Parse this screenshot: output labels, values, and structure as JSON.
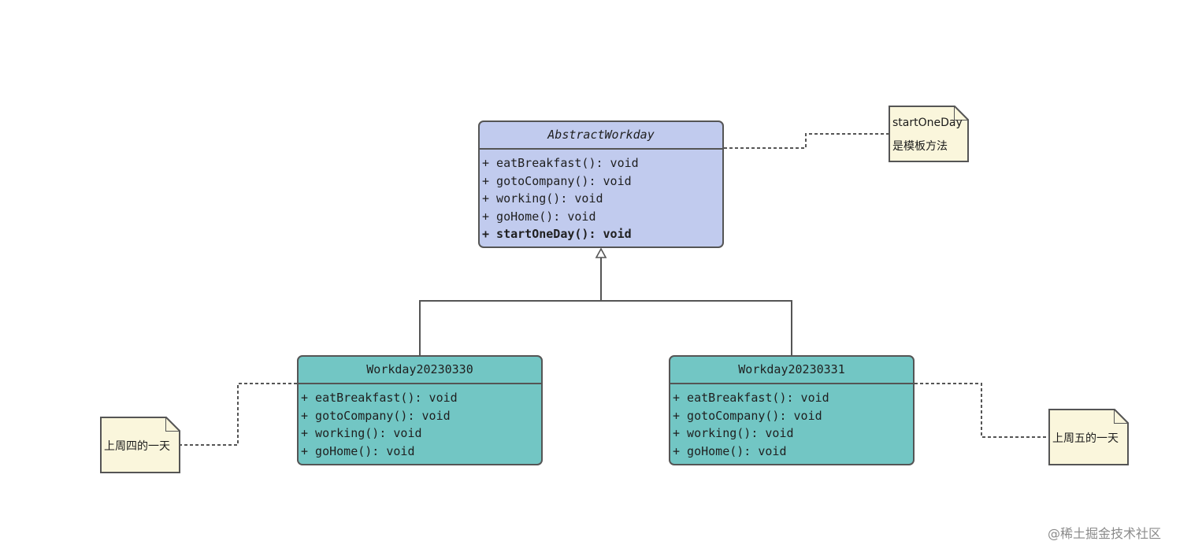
{
  "diagram": {
    "abstract_class": {
      "name": "AbstractWorkday",
      "methods": [
        "+ eatBreakfast(): void",
        "+ gotoCompany(): void",
        "+ working(): void",
        "+ goHome(): void",
        "+ startOneDay(): void"
      ]
    },
    "subclass_left": {
      "name": "Workday20230330",
      "methods": [
        "+ eatBreakfast(): void",
        "+ gotoCompany(): void",
        "+ working(): void",
        "+ goHome(): void"
      ]
    },
    "subclass_right": {
      "name": "Workday20230331",
      "methods": [
        "+ eatBreakfast(): void",
        "+ gotoCompany(): void",
        "+ working(): void",
        "+ goHome(): void"
      ]
    },
    "notes": {
      "template": {
        "line1": "startOneDay",
        "line2": "是模板方法"
      },
      "thursday": "上周四的一天",
      "friday": "上周五的一天"
    },
    "watermark": "@稀土掘金技术社区"
  }
}
